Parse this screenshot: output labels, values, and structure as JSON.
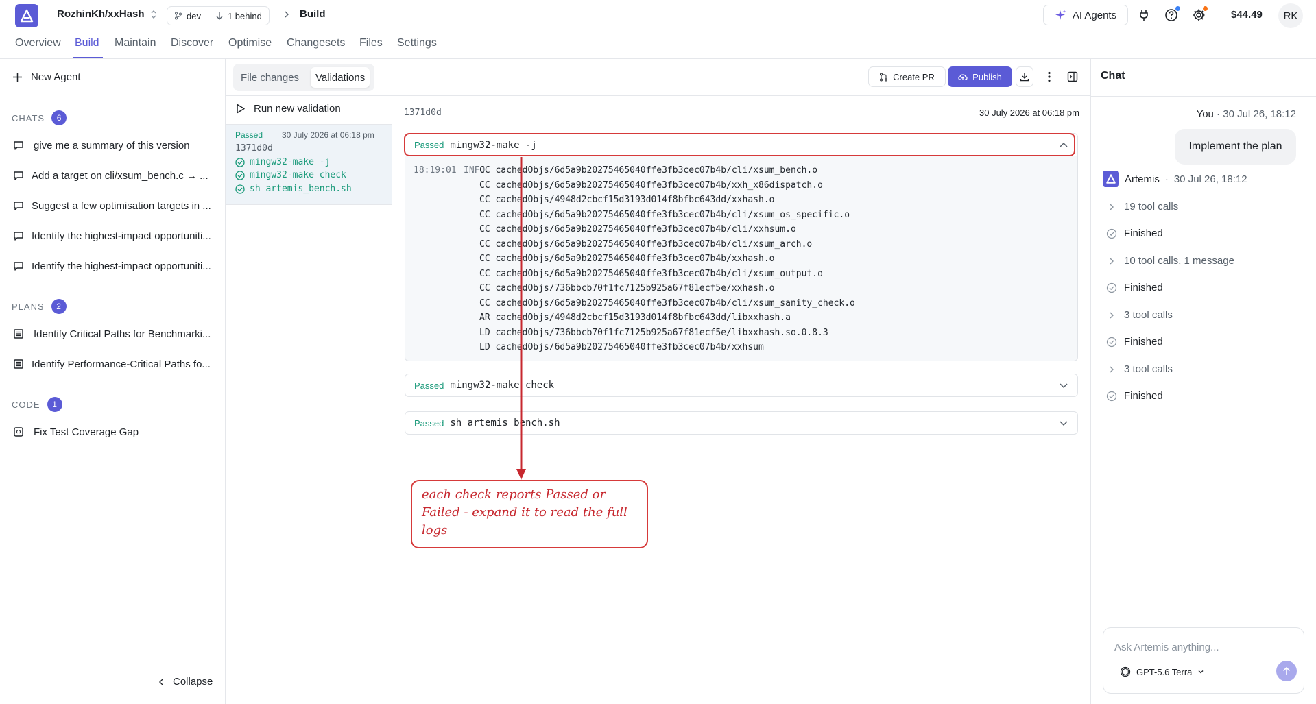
{
  "header": {
    "repo": "RozhinKh/xxHash",
    "branch": "dev",
    "behind": "1 behind",
    "crumb": "Build",
    "ai_agents": "AI Agents",
    "credit": "$44.49",
    "avatar": "RK",
    "accent": "#5b5bd6"
  },
  "nav": {
    "tabs": [
      "Overview",
      "Build",
      "Maintain",
      "Discover",
      "Optimise",
      "Changesets",
      "Files",
      "Settings"
    ],
    "active": "Build"
  },
  "sidebar": {
    "new_agent": "New Agent",
    "chats_label": "CHATS",
    "chats_count": "6",
    "chats": [
      "give me a summary of this version",
      "Add a target on cli/xsum_bench.c → ...",
      "Suggest a few optimisation targets in ...",
      "Identify the highest-impact opportuniti...",
      "Identify the highest-impact opportuniti..."
    ],
    "plans_label": "PLANS",
    "plans_count": "2",
    "plans": [
      "Identify Critical Paths for Benchmarki...",
      "Identify Performance-Critical Paths fo..."
    ],
    "code_label": "CODE",
    "code_count": "1",
    "code": [
      "Fix Test Coverage Gap"
    ],
    "collapse": "Collapse"
  },
  "toolbar": {
    "file_changes": "File changes",
    "validations": "Validations",
    "create_pr": "Create PR",
    "publish": "Publish"
  },
  "validations": {
    "run_new": "Run new validation",
    "card": {
      "status": "Passed",
      "date": "30 July 2026 at 06:18 pm",
      "hash": "1371d0d",
      "checks": [
        "mingw32-make -j",
        "mingw32-make check",
        "sh artemis_bench.sh"
      ]
    }
  },
  "detail": {
    "hash": "1371d0d",
    "date": "30 July 2026 at 06:18 pm",
    "checks": [
      {
        "status": "Passed",
        "cmd": "mingw32-make -j",
        "expanded": true
      },
      {
        "status": "Passed",
        "cmd": "mingw32-make check",
        "expanded": false
      },
      {
        "status": "Passed",
        "cmd": "sh artemis_bench.sh",
        "expanded": false
      }
    ],
    "log": {
      "time": "18:19:01",
      "level": "INFO",
      "lines": [
        "CC cachedObjs/6d5a9b20275465040ffe3fb3cec07b4b/cli/xsum_bench.o",
        "CC cachedObjs/6d5a9b20275465040ffe3fb3cec07b4b/xxh_x86dispatch.o",
        "CC cachedObjs/4948d2cbcf15d3193d014f8bfbc643dd/xxhash.o",
        "CC cachedObjs/6d5a9b20275465040ffe3fb3cec07b4b/cli/xsum_os_specific.o",
        "CC cachedObjs/6d5a9b20275465040ffe3fb3cec07b4b/cli/xxhsum.o",
        "CC cachedObjs/6d5a9b20275465040ffe3fb3cec07b4b/cli/xsum_arch.o",
        "CC cachedObjs/6d5a9b20275465040ffe3fb3cec07b4b/xxhash.o",
        "CC cachedObjs/6d5a9b20275465040ffe3fb3cec07b4b/cli/xsum_output.o",
        "CC cachedObjs/736bbcb70f1fc7125b925a67f81ecf5e/xxhash.o",
        "CC cachedObjs/6d5a9b20275465040ffe3fb3cec07b4b/cli/xsum_sanity_check.o",
        "AR cachedObjs/4948d2cbcf15d3193d014f8bfbc643dd/libxxhash.a",
        "LD cachedObjs/736bbcb70f1fc7125b925a67f81ecf5e/libxxhash.so.0.8.3",
        "LD cachedObjs/6d5a9b20275465040ffe3fb3cec07b4b/xxhsum"
      ]
    }
  },
  "annotation": {
    "text": "each check reports Passed or Failed - expand it to read the full logs",
    "color": "#d63a3a"
  },
  "chat": {
    "title": "Chat",
    "you": "You",
    "you_time": "30 Jul 26, 18:12",
    "user_message": "Implement the plan",
    "agent": "Artemis",
    "agent_time": "30 Jul 26, 18:12",
    "steps": [
      {
        "type": "tools",
        "text": "19 tool calls"
      },
      {
        "type": "done",
        "text": "Finished"
      },
      {
        "type": "tools",
        "text": "10 tool calls, 1 message"
      },
      {
        "type": "done",
        "text": "Finished"
      },
      {
        "type": "tools",
        "text": "3 tool calls"
      },
      {
        "type": "done",
        "text": "Finished"
      },
      {
        "type": "tools",
        "text": "3 tool calls"
      },
      {
        "type": "done",
        "text": "Finished"
      }
    ],
    "placeholder": "Ask Artemis anything...",
    "model": "GPT-5.6 Terra"
  }
}
